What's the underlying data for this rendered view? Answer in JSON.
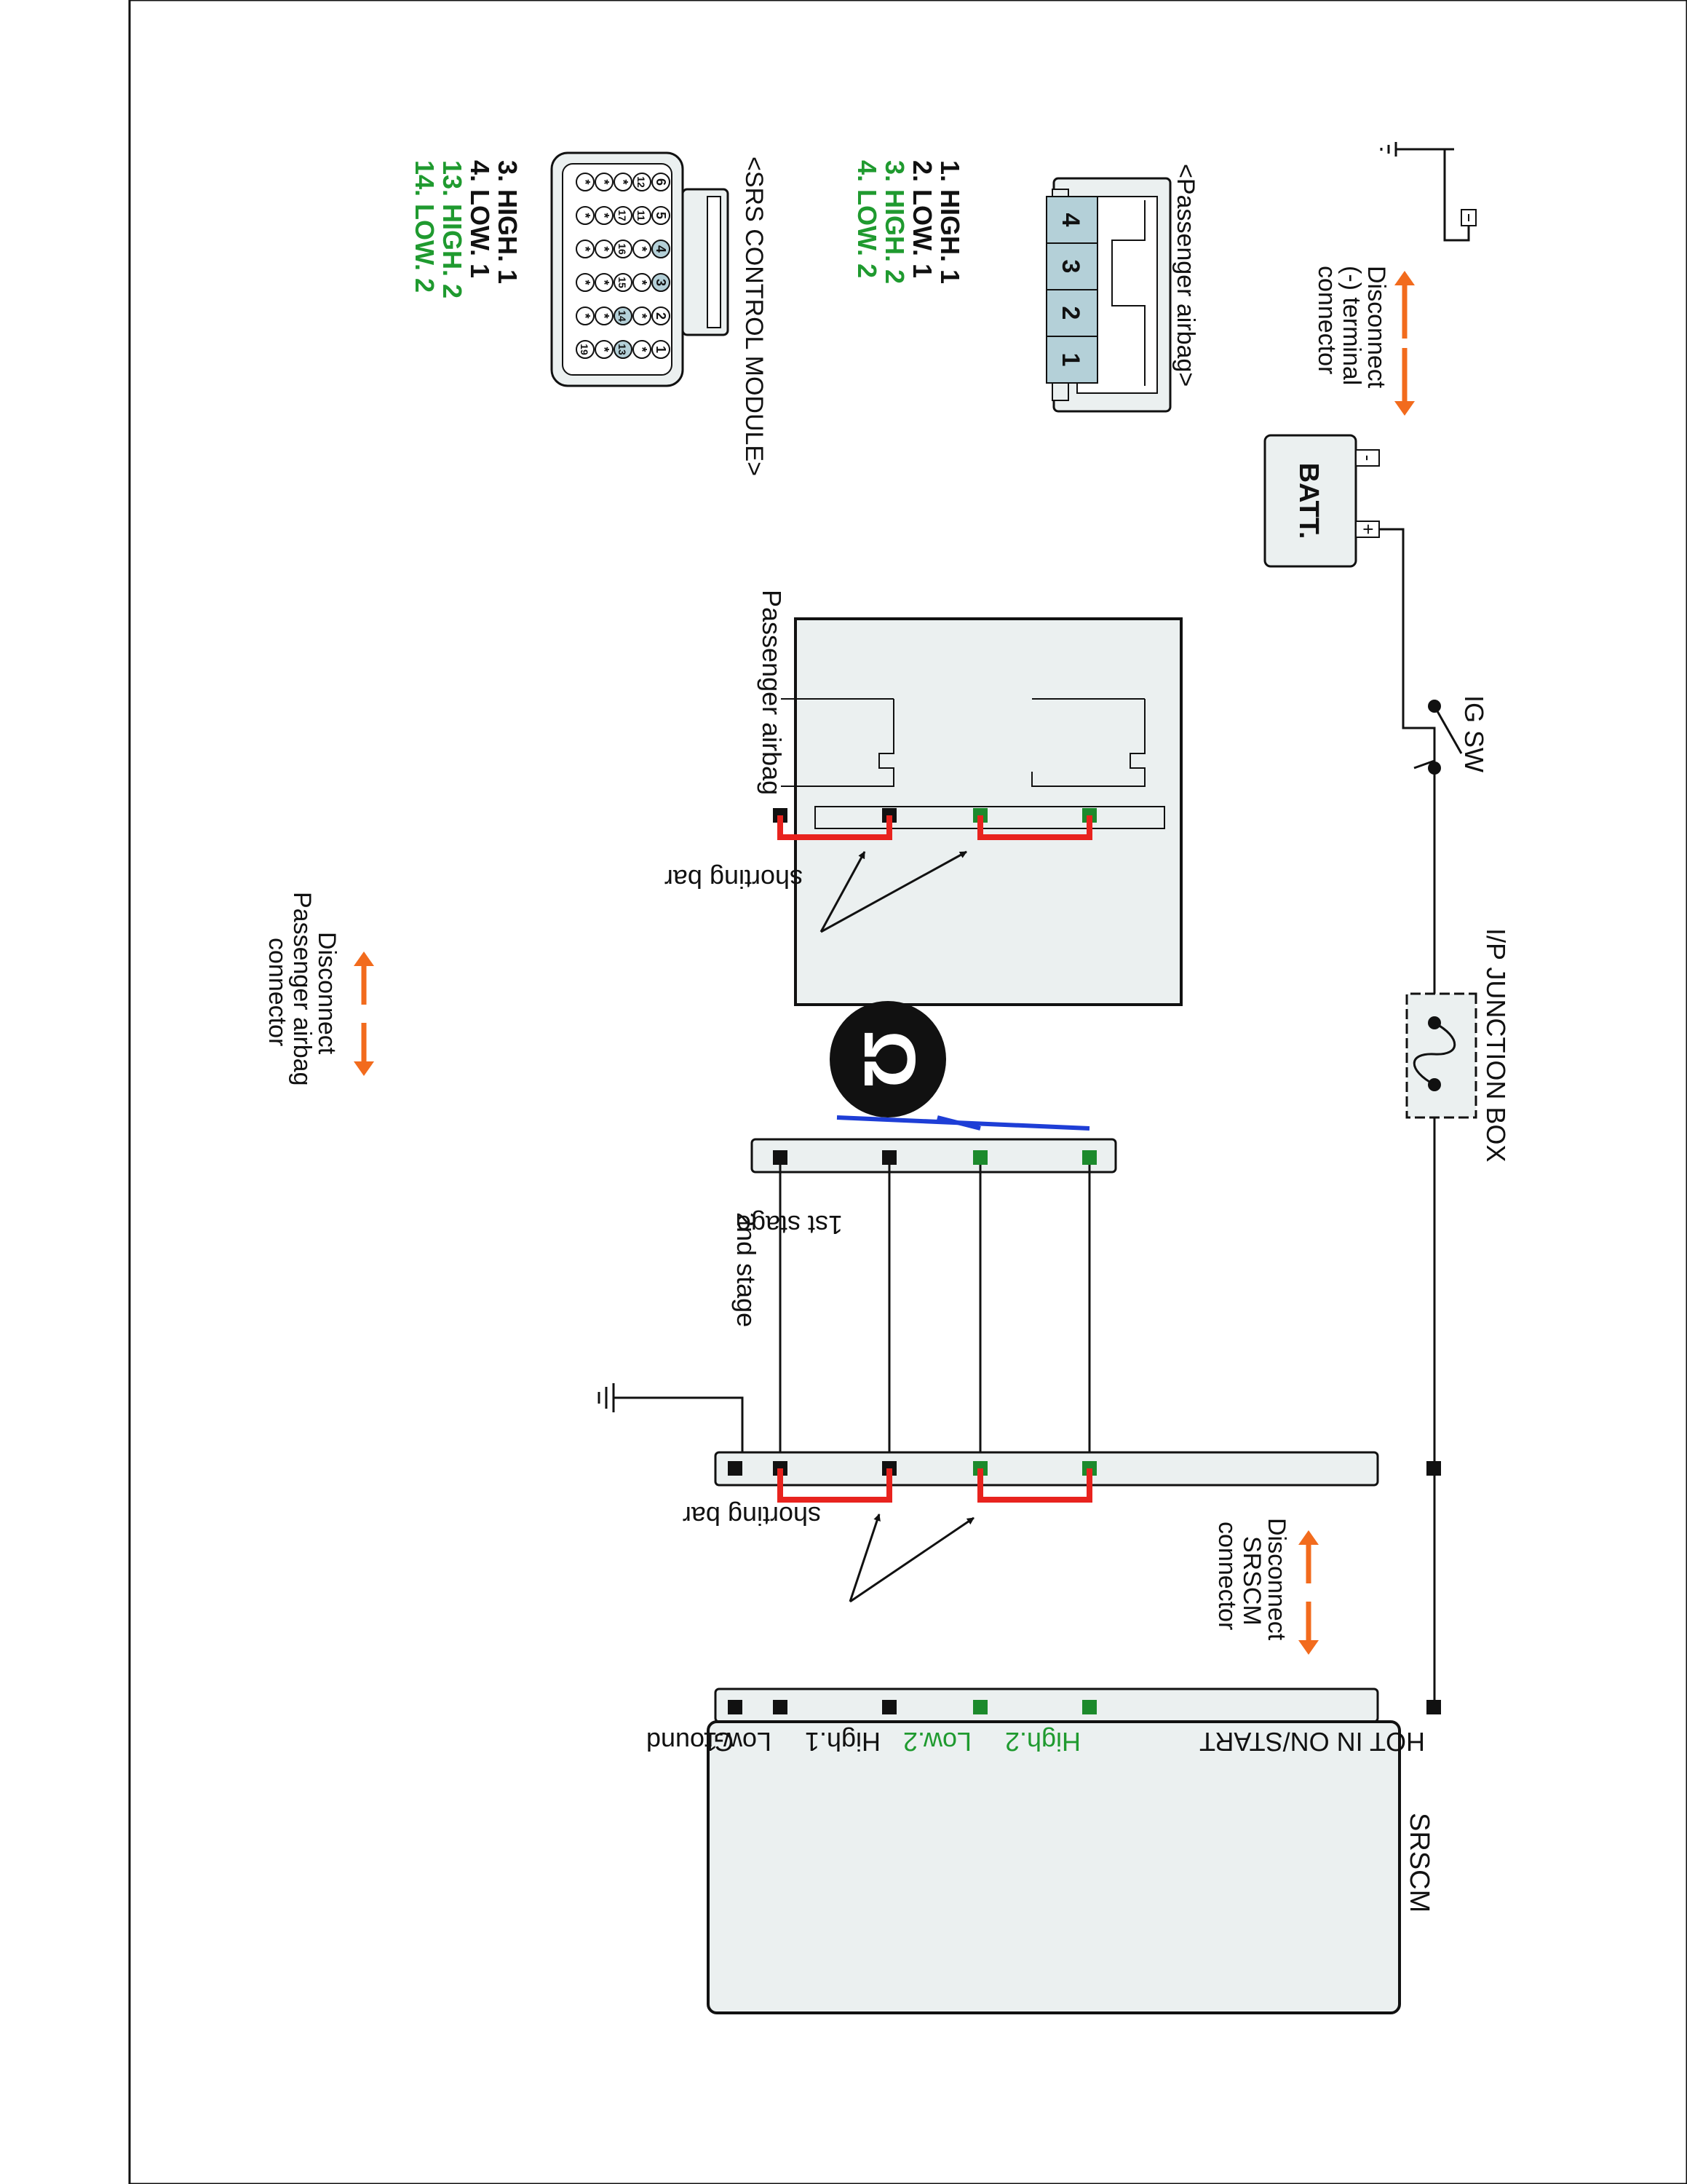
{
  "colors": {
    "stroke": "#1a1a1a",
    "panel_fill": "#ebf0f0",
    "connector_fill": "#e6eded",
    "pin_highlight": "#b4d0d8",
    "shorting_bar": "#e8231e",
    "wire_blue": "#1e3ed6",
    "pin_green": "#1c8a2c",
    "pin_black": "#111111",
    "arrow_orange": "#f26b1d",
    "text_green": "#1f9a2f",
    "text_black": "#111111"
  },
  "diagram": {
    "disconnect_terminal": [
      "Disconnect",
      "(-) terminal",
      "connector"
    ],
    "batt_label": "BATT.",
    "batt_minus": "-",
    "batt_plus": "+",
    "ig_sw": "IG SW",
    "junction_box": "I/P JUNCTION BOX",
    "shorting_bar_top": "shorting bar",
    "shorting_bar_bottom": "shorting bar",
    "disconnect_airbag": [
      "Disconnect",
      "Passenger airbag",
      "connector"
    ],
    "disconnect_srscm": [
      "Disconnect",
      "SRSCM",
      "connector"
    ],
    "first_stage": "1st stage",
    "second_stage": "2nd stage",
    "passenger_airbag_label": "Passenger airbag",
    "srscm_title": "SRSCM",
    "srscm_pins": [
      {
        "text": "HOT IN ON/START",
        "color": "black"
      },
      {
        "text": "Low.1",
        "color": "black"
      },
      {
        "text": "High.1",
        "color": "black"
      },
      {
        "text": "Low.2",
        "color": "green"
      },
      {
        "text": "High.2",
        "color": "green"
      },
      {
        "text": "Ground",
        "color": "black"
      }
    ],
    "resistance_icon": "ohmmeter-icon"
  },
  "passenger_airbag_connector": {
    "title": "<Passenger airbag>",
    "pin_numbers": [
      "4",
      "3",
      "2",
      "1"
    ],
    "pins": [
      {
        "text": "1. HIGH. 1",
        "color": "black"
      },
      {
        "text": "2. LOW. 1",
        "color": "black"
      },
      {
        "text": "3. HIGH. 2",
        "color": "green"
      },
      {
        "text": "4. LOW. 2",
        "color": "green"
      }
    ]
  },
  "srs_control_module_connector": {
    "title": "<SRS CONTROL MODULE>",
    "pins": [
      {
        "text": "3. HIGH. 1",
        "color": "black"
      },
      {
        "text": "4. LOW. 1",
        "color": "black"
      },
      {
        "text": "13. HIGH. 2",
        "color": "green"
      },
      {
        "text": "14. LOW. 2",
        "color": "green"
      }
    ],
    "grid_row1": [
      "6",
      "5",
      "4",
      "3",
      "2",
      "1"
    ],
    "grid_row2": [
      "12",
      "11",
      "*",
      "*",
      "*",
      "*"
    ],
    "grid_row3": [
      "*",
      "17",
      "16",
      "15",
      "14",
      "13"
    ],
    "grid_row4": [
      "*",
      "*",
      "*",
      "*",
      "*",
      "*"
    ],
    "grid_row5": [
      "*",
      "*",
      "*",
      "*",
      "*",
      "19"
    ]
  }
}
